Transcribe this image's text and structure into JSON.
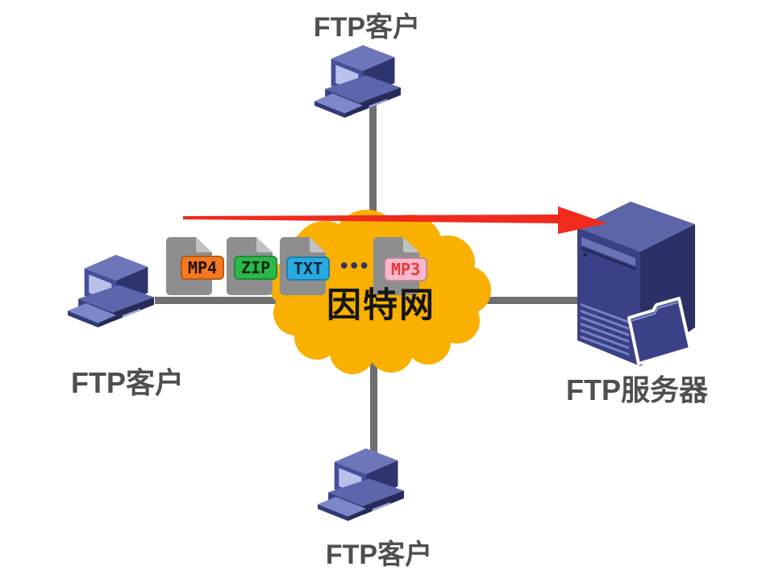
{
  "diagram": {
    "cloud": {
      "label": "因特网",
      "color": "#F9B000",
      "text_color": "#151515"
    },
    "clients": {
      "top": {
        "label": "FTP客户"
      },
      "left": {
        "label": "FTP客户"
      },
      "bottom": {
        "label": "FTP客户"
      }
    },
    "server": {
      "label": "FTP服务器"
    },
    "files": [
      {
        "name": "MP4",
        "bg": "#F5791F",
        "text": "#231000"
      },
      {
        "name": "ZIP",
        "bg": "#2DB84C",
        "text": "#06290E"
      },
      {
        "name": "TXT",
        "bg": "#29ABE2",
        "text": "#04283A"
      },
      {
        "name": "MP3",
        "bg": "#FBB7CB",
        "text": "#E23A3A"
      }
    ],
    "ellipsis": "•••",
    "colors": {
      "arrow": "#EF2B1D",
      "line": "#6F6F6F",
      "label": "#4F4F4F"
    }
  }
}
